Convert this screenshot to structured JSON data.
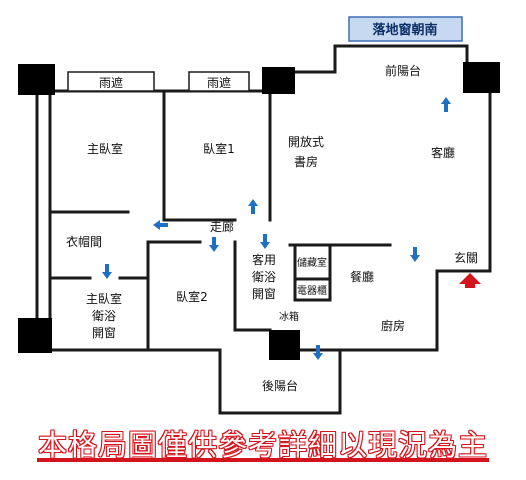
{
  "header": {
    "window_note": "落地窗朝南"
  },
  "rooms": {
    "front_balcony": "前陽台",
    "awning_1": "雨遮",
    "awning_2": "雨遮",
    "master_bedroom": "主臥室",
    "bedroom_1": "臥室1",
    "study": [
      "開放式",
      "書房"
    ],
    "living_room": "客廳",
    "walk_in_closet": "衣帽間",
    "corridor": "走廊",
    "entrance": "玄關",
    "master_bath": [
      "主臥室",
      "衛浴",
      "開窗"
    ],
    "bedroom_2": "臥室2",
    "guest_bath": [
      "客用",
      "衛浴",
      "開窗"
    ],
    "storage": "儲藏室",
    "electrical_cabinet": "電器櫃",
    "fridge": "冰箱",
    "dining_room": "餐廳",
    "kitchen": "廚房",
    "rear_balcony": "後陽台"
  },
  "footer": {
    "disclaimer": "本格局圖僅供參考詳細以現況為主"
  },
  "colors": {
    "wall": "#1a1a1a",
    "pillar": "#000000",
    "arrow": "#1f6fc4",
    "entrance_arrow": "#d4141c",
    "badge_fill": "#c6d9f1",
    "disclaimer_outline": "#d4141c"
  }
}
